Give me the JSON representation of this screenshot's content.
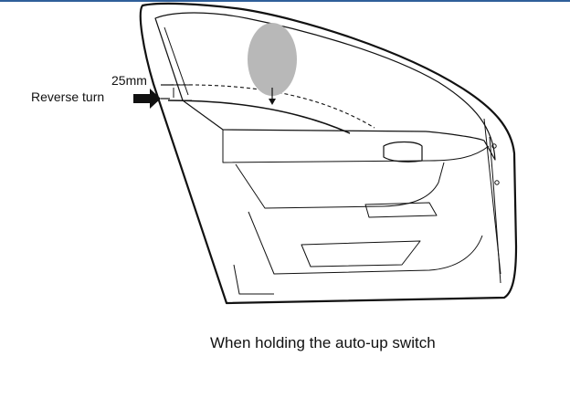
{
  "labels": {
    "gap": "25mm",
    "reverse": "Reverse turn"
  },
  "caption": "When holding the auto-up switch",
  "colors": {
    "line": "#111111",
    "head_shadow": "#b8b8b8",
    "accent_bar": "#2f5f9a"
  }
}
